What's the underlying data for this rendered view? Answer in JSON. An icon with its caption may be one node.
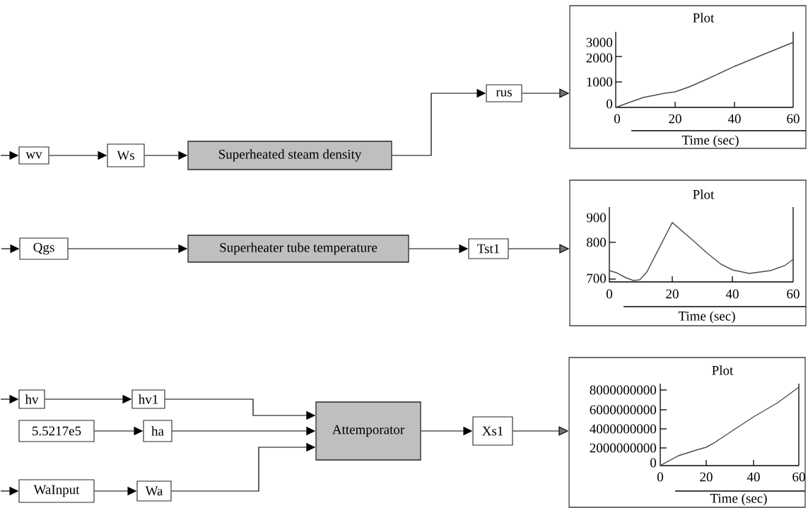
{
  "diagram": {
    "nodes": [
      {
        "text": [
          "wv"
        ]
      },
      {
        "text": [
          "Ws"
        ]
      },
      {
        "text": [
          "Superheated steam density"
        ]
      },
      {
        "text": [
          "rus"
        ]
      },
      {
        "text": [
          "Plot",
          "3000",
          "2000",
          "1000",
          "0",
          "0",
          "20",
          "40",
          "60",
          "Time (sec)"
        ]
      },
      {
        "text": [
          "Qgs"
        ]
      },
      {
        "text": [
          "Superheater tube temperature"
        ]
      },
      {
        "text": [
          "Tst1"
        ]
      },
      {
        "text": [
          "Plot",
          "900",
          "800",
          "700",
          "0",
          "20",
          "40",
          "60",
          "Time (sec)"
        ]
      },
      {
        "text": [
          "hv"
        ]
      },
      {
        "text": [
          "hv1"
        ]
      },
      {
        "text": [
          "5.5217e5"
        ]
      },
      {
        "text": [
          "ha"
        ]
      },
      {
        "text": [
          "WaInput"
        ]
      },
      {
        "text": [
          "Wa"
        ]
      },
      {
        "text": [
          "Attemporator"
        ]
      },
      {
        "text": [
          "Xs1"
        ]
      },
      {
        "text": [
          "Plot",
          "8000000000",
          "6000000000",
          "4000000000",
          "2000000000",
          "0",
          "0",
          "20",
          "40",
          "60",
          "Time (sec)"
        ]
      }
    ],
    "edges": [
      {
        "from": null,
        "to": 0,
        "arrow": "to"
      },
      {
        "from": 0,
        "to": 1,
        "arrow": "to"
      },
      {
        "from": 1,
        "to": 2,
        "arrow": "to"
      },
      {
        "from": 2,
        "to": 3,
        "arrow": "to"
      },
      {
        "from": 3,
        "to": 4,
        "arrow": "to"
      },
      {
        "from": null,
        "to": 5,
        "arrow": "to"
      },
      {
        "from": 5,
        "to": 6,
        "arrow": "to"
      },
      {
        "from": 6,
        "to": 7,
        "arrow": "to"
      },
      {
        "from": 7,
        "to": 8,
        "arrow": "to"
      },
      {
        "from": null,
        "to": 9,
        "arrow": "to"
      },
      {
        "from": 9,
        "to": 10,
        "arrow": "to"
      },
      {
        "from": 10,
        "to": 15,
        "arrow": "to"
      },
      {
        "from": 11,
        "to": 12,
        "arrow": "to"
      },
      {
        "from": 12,
        "to": 15,
        "arrow": "to"
      },
      {
        "from": null,
        "to": 13,
        "arrow": "to"
      },
      {
        "from": 13,
        "to": 14,
        "arrow": "to"
      },
      {
        "from": 14,
        "to": 15,
        "arrow": "to"
      },
      {
        "from": 15,
        "to": 16,
        "arrow": "to"
      },
      {
        "from": 16,
        "to": 17,
        "arrow": "to"
      }
    ]
  }
}
